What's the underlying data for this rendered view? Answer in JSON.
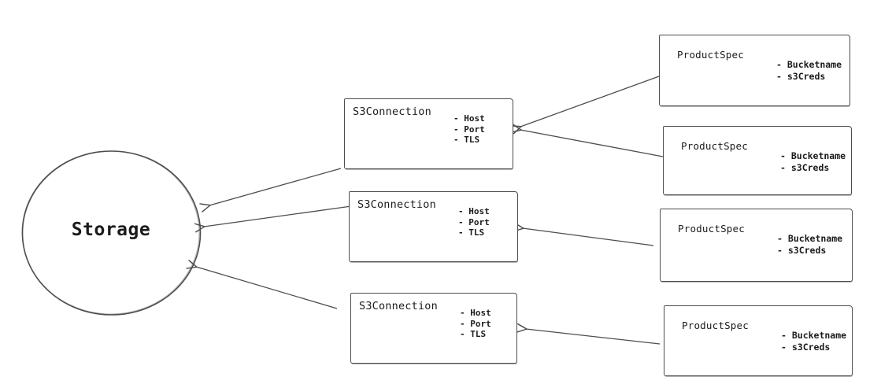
{
  "diagram": {
    "title": "Storage / S3Connection / ProductSpec relationship diagram",
    "colors": {
      "background": "#ffffff",
      "stroke": "#4d4d4d",
      "text": "#1b1b1b"
    },
    "storage_node": {
      "label": "Storage",
      "shape": "circle"
    },
    "s3_connections": [
      {
        "title": "S3Connection",
        "attributes": [
          "- Host",
          "- Port",
          "- TLS"
        ]
      },
      {
        "title": "S3Connection",
        "attributes": [
          "- Host",
          "- Port",
          "- TLS"
        ]
      },
      {
        "title": "S3Connection",
        "attributes": [
          "- Host",
          "- Port",
          "- TLS"
        ]
      }
    ],
    "product_specs": [
      {
        "title": "ProductSpec",
        "attributes": [
          "- Bucketname",
          "- s3Creds"
        ]
      },
      {
        "title": "ProductSpec",
        "attributes": [
          "- Bucketname",
          "- s3Creds"
        ]
      },
      {
        "title": "ProductSpec",
        "attributes": [
          "- Bucketname",
          "- s3Creds"
        ]
      },
      {
        "title": "ProductSpec",
        "attributes": [
          "- Bucketname",
          "- s3Creds"
        ]
      }
    ],
    "edges": [
      {
        "from": "product-spec-1",
        "to": "s3-connection-1"
      },
      {
        "from": "product-spec-2",
        "to": "s3-connection-1"
      },
      {
        "from": "product-spec-3",
        "to": "s3-connection-2"
      },
      {
        "from": "product-spec-4",
        "to": "s3-connection-3"
      },
      {
        "from": "s3-connection-1",
        "to": "storage"
      },
      {
        "from": "s3-connection-2",
        "to": "storage"
      },
      {
        "from": "s3-connection-3",
        "to": "storage"
      }
    ]
  }
}
